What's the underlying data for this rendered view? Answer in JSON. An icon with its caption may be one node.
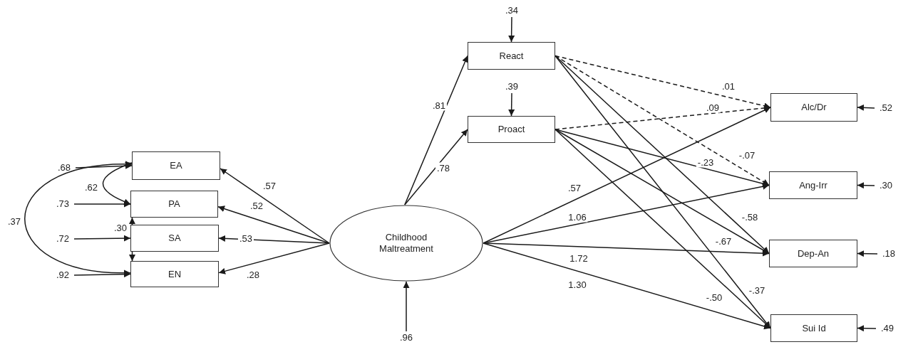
{
  "diagram": {
    "nodes": [
      {
        "text": [
          "EA"
        ]
      },
      {
        "text": [
          "PA"
        ]
      },
      {
        "text": [
          "SA"
        ]
      },
      {
        "text": [
          "EN"
        ]
      },
      {
        "text": [
          "Childhood Maltreatment"
        ]
      },
      {
        "text": [
          "React"
        ]
      },
      {
        "text": [
          "Proact"
        ]
      },
      {
        "text": [
          "Alc/Dr"
        ]
      },
      {
        "text": [
          "Ang-Irr"
        ]
      },
      {
        "text": [
          "Dep-An"
        ]
      },
      {
        "text": [
          "Sui Id"
        ]
      },
      {
        "text": [
          ".68"
        ]
      },
      {
        "text": [
          ".73"
        ]
      },
      {
        "text": [
          ".72"
        ]
      },
      {
        "text": [
          ".92"
        ]
      },
      {
        "text": [
          ".96"
        ]
      },
      {
        "text": [
          ".34"
        ]
      },
      {
        "text": [
          ".39"
        ]
      },
      {
        "text": [
          ".52"
        ]
      },
      {
        "text": [
          ".30"
        ]
      },
      {
        "text": [
          ".18"
        ]
      },
      {
        "text": [
          ".49"
        ]
      }
    ],
    "edges": [
      {
        "from": 11,
        "to": 0,
        "arrow": "to"
      },
      {
        "from": 12,
        "to": 1,
        "arrow": "to"
      },
      {
        "from": 13,
        "to": 2,
        "arrow": "to"
      },
      {
        "from": 14,
        "to": 3,
        "arrow": "to"
      },
      {
        "from": 15,
        "to": 4,
        "arrow": "to"
      },
      {
        "from": 16,
        "to": 5,
        "arrow": "to"
      },
      {
        "from": 17,
        "to": 6,
        "arrow": "to"
      },
      {
        "from": 18,
        "to": 7,
        "arrow": "to"
      },
      {
        "from": 19,
        "to": 8,
        "arrow": "to"
      },
      {
        "from": 20,
        "to": 9,
        "arrow": "to"
      },
      {
        "from": 21,
        "to": 10,
        "arrow": "to"
      },
      {
        "from": 0,
        "to": 1,
        "arrow": "both",
        "label": ".62"
      },
      {
        "from": 0,
        "to": 3,
        "arrow": "both",
        "label": ".37"
      },
      {
        "from": 1,
        "to": 3,
        "arrow": "both",
        "label": ".30"
      },
      {
        "from": 4,
        "to": 0,
        "arrow": "to",
        "label": ".57"
      },
      {
        "from": 4,
        "to": 1,
        "arrow": "to",
        "label": ".52"
      },
      {
        "from": 4,
        "to": 2,
        "arrow": "to",
        "label": ".53"
      },
      {
        "from": 4,
        "to": 3,
        "arrow": "to",
        "label": ".28"
      },
      {
        "from": 4,
        "to": 5,
        "arrow": "to",
        "label": ".81"
      },
      {
        "from": 4,
        "to": 6,
        "arrow": "to",
        "label": ".78"
      },
      {
        "from": 5,
        "to": 7,
        "arrow": "to",
        "label": ".01",
        "style": "dashed"
      },
      {
        "from": 6,
        "to": 7,
        "arrow": "to",
        "label": ".09",
        "style": "dashed"
      },
      {
        "from": 5,
        "to": 8,
        "arrow": "to",
        "label": "-.07",
        "style": "dashed"
      },
      {
        "from": 6,
        "to": 8,
        "arrow": "to",
        "label": "-.23"
      },
      {
        "from": 5,
        "to": 9,
        "arrow": "to",
        "label": "-.58"
      },
      {
        "from": 6,
        "to": 9,
        "arrow": "to",
        "label": "-.67"
      },
      {
        "from": 5,
        "to": 10,
        "arrow": "to",
        "label": "-.37"
      },
      {
        "from": 6,
        "to": 10,
        "arrow": "to",
        "label": "-.50"
      },
      {
        "from": 4,
        "to": 7,
        "arrow": "to",
        "label": ".57"
      },
      {
        "from": 4,
        "to": 8,
        "arrow": "to",
        "label": "1.06"
      },
      {
        "from": 4,
        "to": 9,
        "arrow": "to",
        "label": "1.72"
      },
      {
        "from": 4,
        "to": 10,
        "arrow": "to",
        "label": "1.30"
      }
    ]
  }
}
